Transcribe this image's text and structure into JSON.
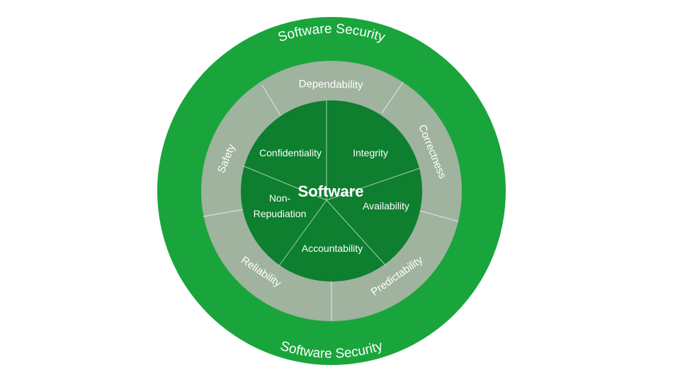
{
  "outer_ring": {
    "label_top": "Software Security",
    "label_bottom": "Software Security",
    "color": "#1aa53c"
  },
  "middle_ring": {
    "color": "#9fb39f",
    "segments": [
      "Dependability",
      "Correctness",
      "Predictability",
      "Reliability",
      "Safety"
    ]
  },
  "inner_circle": {
    "color": "#0d7f2e",
    "title": "Software",
    "sectors": [
      "Integrity",
      "Availability",
      "Accountability",
      "Non-",
      "Repudiation",
      "Confidentiality"
    ]
  }
}
